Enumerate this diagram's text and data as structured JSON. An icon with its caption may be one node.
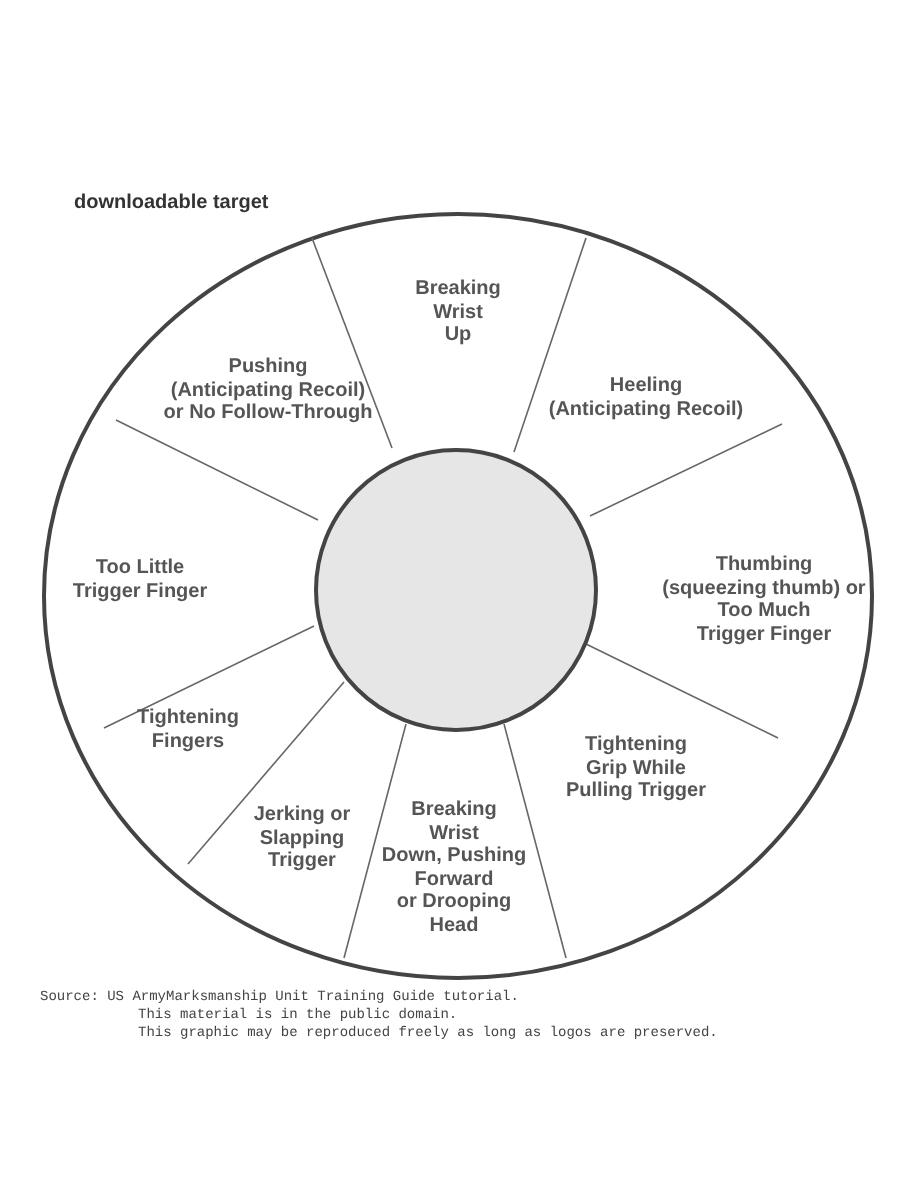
{
  "diagram": {
    "nodes": [
      {
        "text": [
          "Breaking Wrist Up"
        ]
      },
      {
        "text": [
          "Pushing (Anticipating Recoil) or No Follow-Through"
        ]
      },
      {
        "text": [
          "Heeling (Anticipating Recoil)"
        ]
      },
      {
        "text": [
          "Too Little Trigger Finger"
        ]
      },
      {
        "text": [
          "Thumbing (squeezing thumb) or Too Much Trigger Finger"
        ]
      },
      {
        "text": [
          "Tightening Fingers"
        ]
      },
      {
        "text": [
          "Tightening Grip While Pulling Trigger"
        ]
      },
      {
        "text": [
          "Jerking or Slapping Trigger"
        ]
      },
      {
        "text": [
          "Breaking Wrist Down, Pushing Forward or Drooping Head"
        ]
      },
      {
        "text": [],
        "shape": "circle"
      }
    ],
    "edges": [],
    "labels": [
      "downloadable target",
      "Source: US ArmyMarksmanship Unit Training Guide tutorial.",
      "This material is in the public domain.",
      "This graphic may be reproduced freely as long as logos are preserved."
    ]
  }
}
